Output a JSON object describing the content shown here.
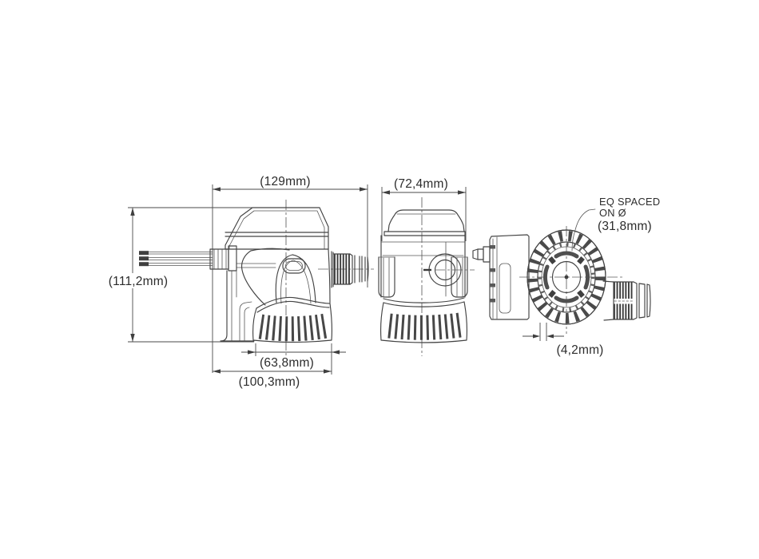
{
  "page": {
    "background_color": "#ffffff",
    "line_color": "#434343",
    "text_color": "#2c2c2c"
  },
  "drawing": {
    "subject": "Bilge pump dimensional drawing with three orthographic views",
    "views": [
      {
        "id": "side",
        "name": "side view"
      },
      {
        "id": "front",
        "name": "front view"
      },
      {
        "id": "bottom",
        "name": "bottom view"
      }
    ],
    "labels": {
      "length_overall": "(129mm)",
      "body_width": "(72,4mm)",
      "height_overall": "(111,2mm)",
      "strainer_width": "(63,8mm)",
      "base_length": "(100,3mm)",
      "slot_width": "(4,2mm)",
      "holes_note_1": "EQ SPACED",
      "holes_note_2": "ON Ø",
      "holes_note_3": "(31,8mm)"
    }
  }
}
